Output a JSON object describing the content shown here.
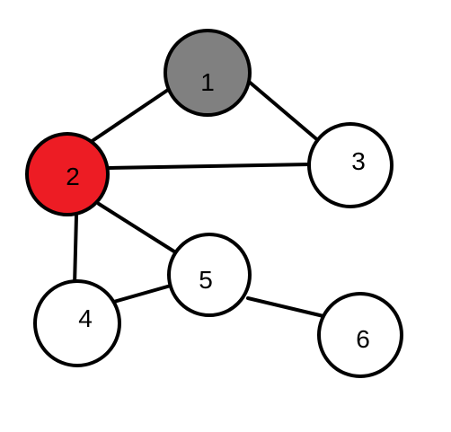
{
  "graph": {
    "nodes": [
      {
        "id": "1",
        "label": "1",
        "fill": "#808080"
      },
      {
        "id": "2",
        "label": "2",
        "fill": "#ed1c24"
      },
      {
        "id": "3",
        "label": "3",
        "fill": "#ffffff"
      },
      {
        "id": "4",
        "label": "4",
        "fill": "#ffffff"
      },
      {
        "id": "5",
        "label": "5",
        "fill": "#ffffff"
      },
      {
        "id": "6",
        "label": "6",
        "fill": "#ffffff"
      }
    ],
    "edges": [
      {
        "from": "1",
        "to": "2"
      },
      {
        "from": "1",
        "to": "3"
      },
      {
        "from": "2",
        "to": "3"
      },
      {
        "from": "2",
        "to": "4"
      },
      {
        "from": "2",
        "to": "5"
      },
      {
        "from": "4",
        "to": "5"
      },
      {
        "from": "5",
        "to": "6"
      }
    ]
  }
}
